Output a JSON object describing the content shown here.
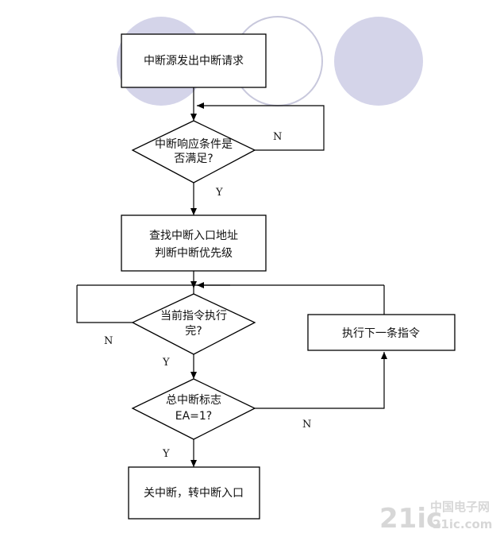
{
  "nodes": {
    "start": "中断源发出中断请求",
    "cond1_line1": "中断响应条件是",
    "cond1_line2": "否满足?",
    "lookup_line1": "查找中断入口地址",
    "lookup_line2": "判断中断优先级",
    "cond2_line1": "当前指令执行",
    "cond2_line2": "完?",
    "next_instruction": "执行下一条指令",
    "cond3_line1": "总中断标志",
    "cond3_line2": "EA=1?",
    "end": "关中断，转中断入口"
  },
  "edge_labels": {
    "cond1_no": "N",
    "cond1_yes": "Y",
    "cond2_no": "N",
    "cond2_yes": "Y",
    "cond3_no": "N",
    "cond3_yes": "Y"
  },
  "watermark": {
    "number": "21ic",
    "cn_text": "中国电子网",
    "domain": "21ic.com"
  },
  "colors": {
    "circle_fill": "#d4d4e9",
    "circle_stroke": "#b0b0c8",
    "line": "#000000",
    "watermark": "#b8b8b8"
  }
}
